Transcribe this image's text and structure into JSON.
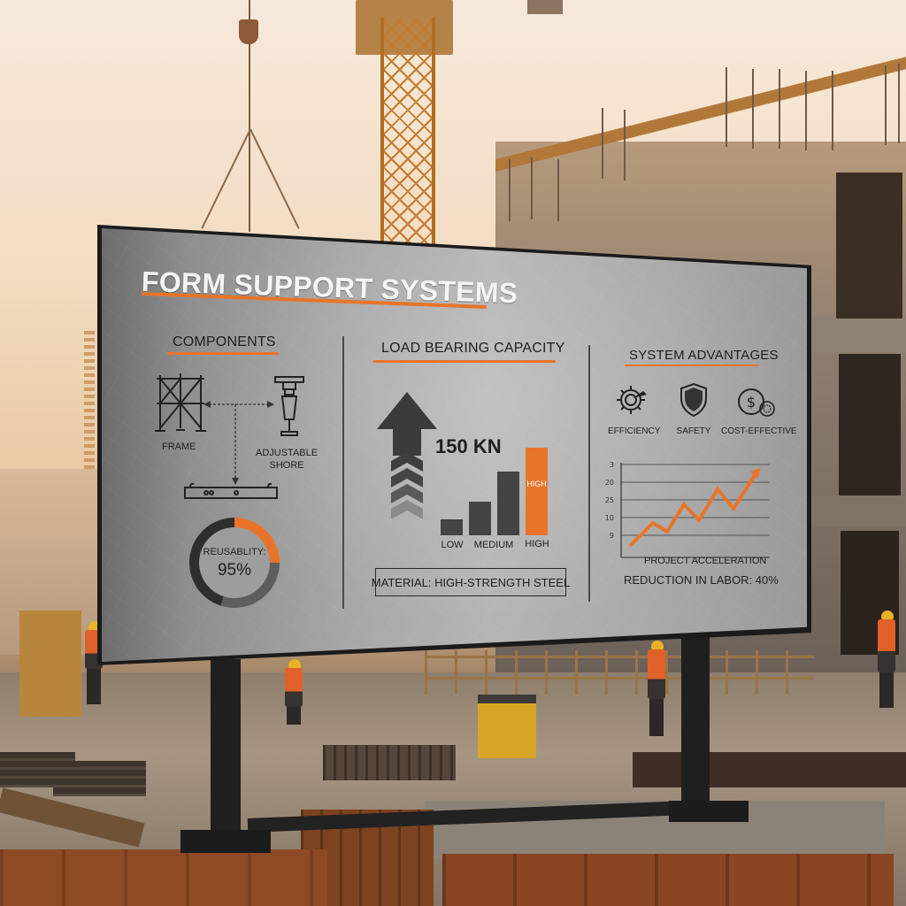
{
  "scene": {
    "description": "Construction site at sunset with an outdoor display board on a steel stand",
    "colors": {
      "sky": "#f3dcc2",
      "board_bg": "#a7a7a7",
      "board_frame": "#1b1b1c",
      "accent": "#e8742a",
      "text_dark": "#1f1f1f",
      "title_text": "#f5f5f5"
    }
  },
  "board": {
    "title": "FORM SUPPORT SYSTEMS",
    "components": {
      "heading": "COMPONENTS",
      "items": [
        {
          "label": "FRAME",
          "icon": "scaffold-frame-icon"
        },
        {
          "label": "ADJUSTABLE",
          "label2": "SHORE",
          "icon": "adjustable-shore-icon"
        },
        {
          "label": "",
          "icon": "beam-icon"
        }
      ],
      "reusability": {
        "label": "REUSABLITY:",
        "value": "95%",
        "percent": 95
      }
    },
    "load": {
      "heading": "LOAD BEARING CAPACITY",
      "value": "150 KN",
      "bars": [
        {
          "label": "LOW",
          "level": 1
        },
        {
          "label": "MEDIUM",
          "level": 2
        },
        {
          "label": "",
          "level": 3
        },
        {
          "label": "HIGH",
          "level": 4,
          "inner_label": "HIGH",
          "highlight": true
        }
      ],
      "material": "MATERIAL: HIGH-STRENGTH STEEL"
    },
    "advantages": {
      "heading": "SYSTEM ADVANTAGES",
      "items": [
        {
          "label": "EFFICIENCY",
          "icon": "gear-arrow-icon"
        },
        {
          "label": "SAFETY",
          "icon": "shield-icon"
        },
        {
          "label": "COST-EFFECTIVE",
          "icon": "dollar-coin-icon"
        }
      ],
      "chart_caption": "PROJECT ACCELERATION",
      "reduction": "REDUCTION IN LABOR: 40%"
    }
  },
  "chart_data": {
    "type": "line",
    "title": "PROJECT ACCELERATION",
    "xlabel": "",
    "ylabel": "",
    "y_tick_labels": [
      "9",
      "10",
      "25",
      "20",
      "3"
    ],
    "grid": true,
    "series": [
      {
        "name": "Project acceleration",
        "color": "#e8742a",
        "points": [
          [
            0,
            1
          ],
          [
            1,
            3
          ],
          [
            2,
            2.4
          ],
          [
            3,
            4.7
          ],
          [
            4,
            3.3
          ],
          [
            5,
            6.0
          ],
          [
            6,
            4.3
          ],
          [
            7,
            7.6
          ]
        ]
      }
    ],
    "annotation": "REDUCTION IN LABOR: 40%",
    "secondary": [
      {
        "type": "bar",
        "title": "LOAD BEARING CAPACITY",
        "categories": [
          "LOW",
          "MEDIUM",
          "",
          "HIGH"
        ],
        "values": [
          1,
          2,
          3.8,
          5.2
        ],
        "annotation": "150 KN"
      },
      {
        "type": "pie",
        "title": "REUSABLITY",
        "values": [
          95
        ],
        "label": "95%"
      }
    ]
  }
}
